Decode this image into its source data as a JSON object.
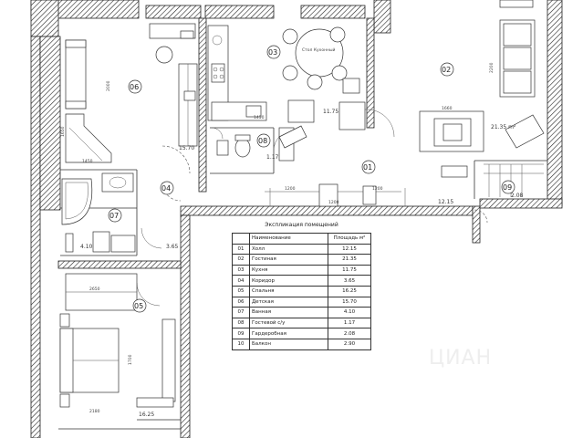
{
  "rooms": [
    {
      "code": "01",
      "label": "01",
      "area": "12.15"
    },
    {
      "code": "02",
      "label": "02",
      "area": "21.35"
    },
    {
      "code": "03",
      "label": "03",
      "area": "11.75"
    },
    {
      "code": "04",
      "label": "04",
      "area": "3.65"
    },
    {
      "code": "05",
      "label": "05",
      "area": "16.25"
    },
    {
      "code": "06",
      "label": "06",
      "area": "15.70"
    },
    {
      "code": "07",
      "label": "07",
      "area": "4.10"
    },
    {
      "code": "08",
      "label": "08",
      "area": "1.17"
    },
    {
      "code": "09",
      "label": "09",
      "area": "2.08"
    }
  ],
  "plan_area_labels": {
    "r02": "21.35 m²",
    "r03": "11.75",
    "r04": "3.65",
    "r05": "16.25",
    "r06": "15.70",
    "r07": "4.10",
    "r08": "1.17",
    "r01": "12.15",
    "r09": "2.08"
  },
  "dimensions": {
    "d1450": "1450",
    "d1650": "1650",
    "d1660": "1660",
    "d2000": "2000",
    "d1200a": "1200",
    "d1200b": "1200",
    "d1200c": "1200",
    "d2180": "2180",
    "d2650": "2650",
    "d1700": "1700",
    "d2200": "2200",
    "d1450b": "1450"
  },
  "table_note": "Стол Кухонный",
  "legend": {
    "title": "Экспликация помещений",
    "headers": [
      "Наименование",
      "Площадь м²"
    ],
    "rows": [
      {
        "n": "01",
        "name": "Холл",
        "area": "12.15"
      },
      {
        "n": "02",
        "name": "Гостиная",
        "area": "21.35"
      },
      {
        "n": "03",
        "name": "Кухня",
        "area": "11.75"
      },
      {
        "n": "04",
        "name": "Коридор",
        "area": "3.65"
      },
      {
        "n": "05",
        "name": "Спальня",
        "area": "16.25"
      },
      {
        "n": "06",
        "name": "Детская",
        "area": "15.70"
      },
      {
        "n": "07",
        "name": "Ванная",
        "area": "4.10"
      },
      {
        "n": "08",
        "name": "Гостевой с/у",
        "area": "1.17"
      },
      {
        "n": "09",
        "name": "Гардеробная",
        "area": "2.08"
      },
      {
        "n": "10",
        "name": "Балкон",
        "area": "2.90"
      }
    ]
  },
  "watermark": "ЦИАН"
}
